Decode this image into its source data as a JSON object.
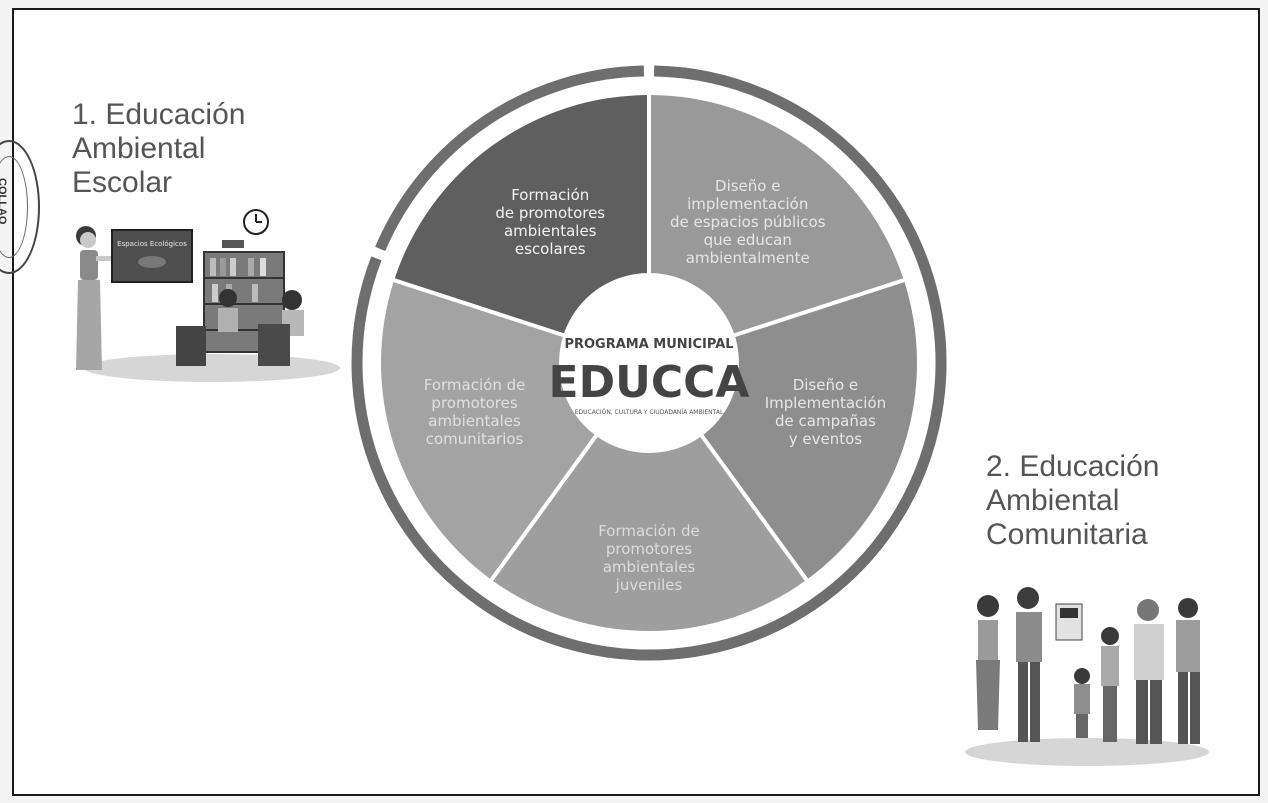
{
  "left_section": {
    "line1": "1. Educación",
    "line2": "Ambiental",
    "line3": "Escolar"
  },
  "right_section": {
    "line1": "2. Educación",
    "line2": "Ambiental",
    "line3": "Comunitaria"
  },
  "center": {
    "top": "PROGRAMA MUNICIPAL",
    "main": "EDUCCA",
    "sub": "EDUCACIÓN, CULTURA Y CIUDADANÍA AMBIENTAL"
  },
  "segments": [
    {
      "lines": [
        "Formación",
        "de promotores",
        "ambientales",
        "escolares"
      ],
      "color": "#5f5f5f",
      "text_color": "#f2f2f2"
    },
    {
      "lines": [
        "Diseño e",
        "implementación",
        "de espacios públicos",
        "que educan",
        "ambientalmente"
      ],
      "color": "#999999",
      "text_color": "#e6e6e6"
    },
    {
      "lines": [
        "Diseño e",
        "Implementación",
        "de campañas",
        "y eventos"
      ],
      "color": "#8e8e8e",
      "text_color": "#e6e6e6"
    },
    {
      "lines": [
        "Formación de",
        "promotores",
        "ambientales",
        "juveniles"
      ],
      "color": "#9e9e9e",
      "text_color": "#dcdcdc"
    },
    {
      "lines": [
        "Formación de",
        "promotores",
        "ambientales",
        "comunitarios"
      ],
      "color": "#a3a3a3",
      "text_color": "#e0e0e0"
    }
  ],
  "illustrations": {
    "classroom_board": "Espacios Ecológicos",
    "stamp": "COLLAO"
  }
}
